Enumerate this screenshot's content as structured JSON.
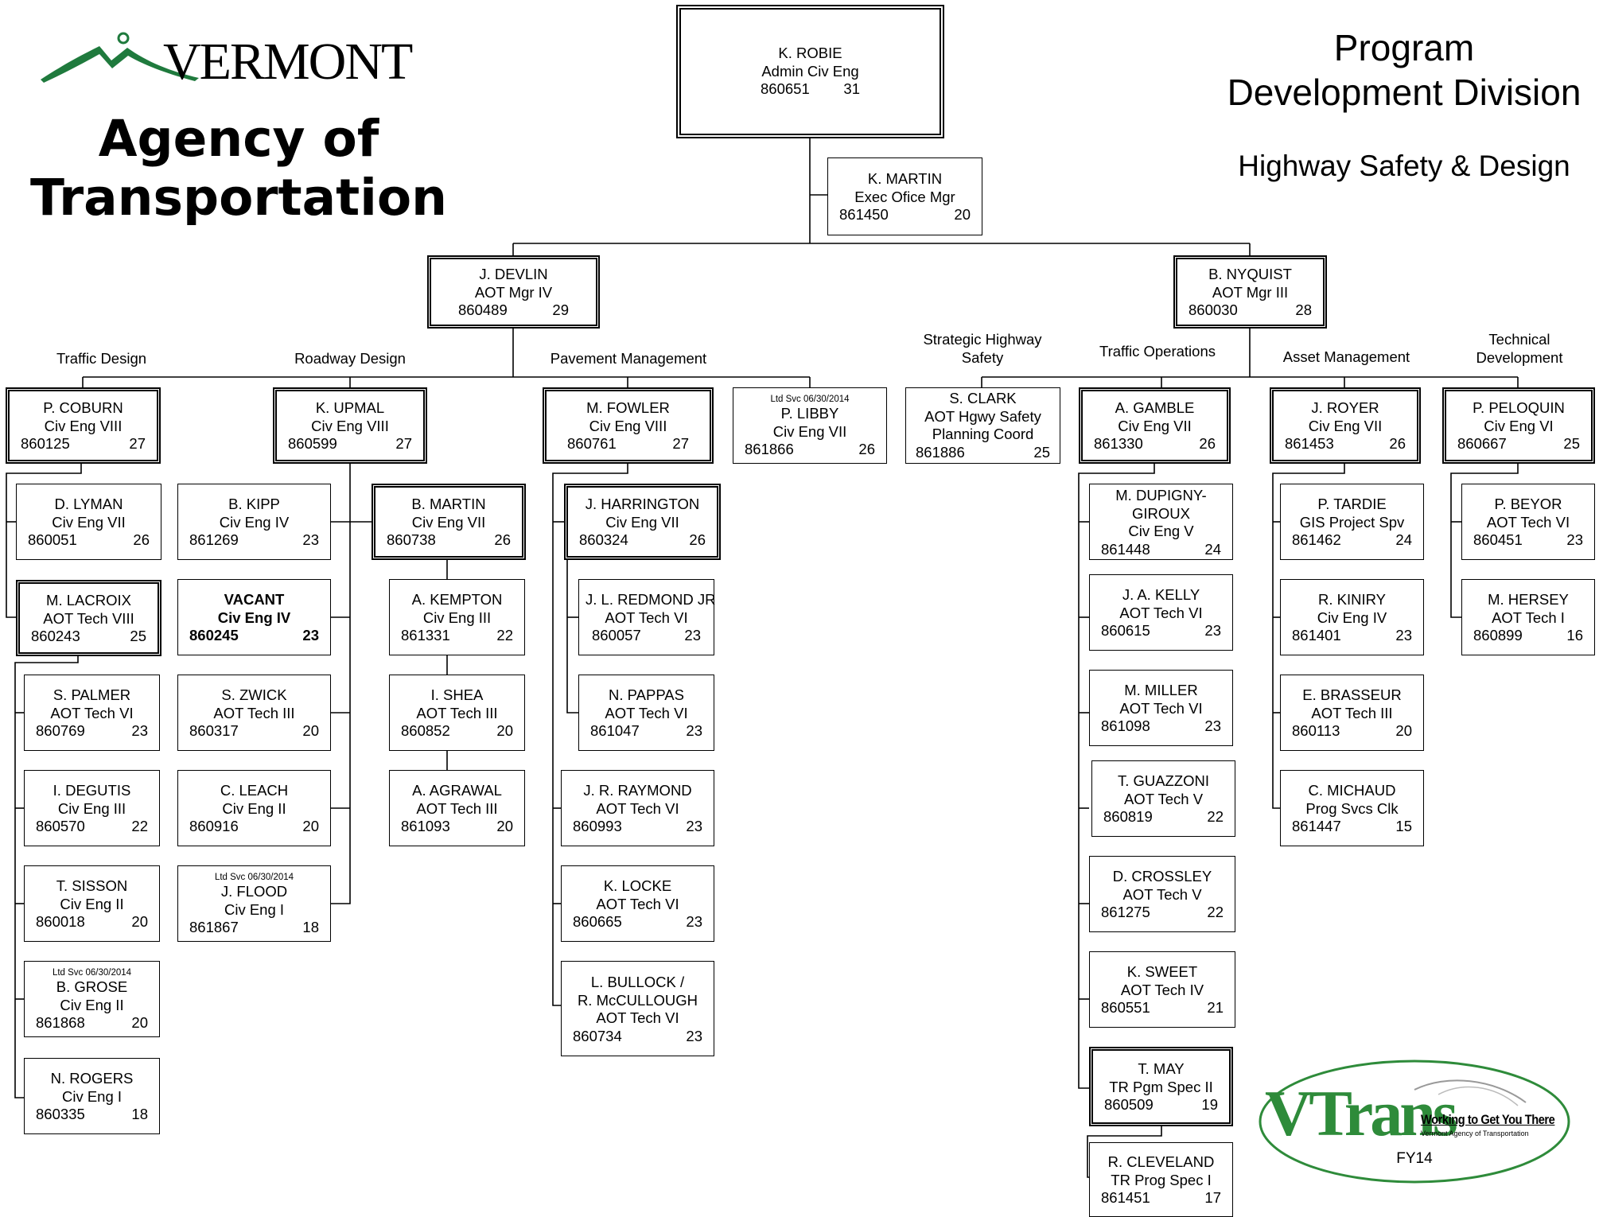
{
  "header": {
    "logo_text": "VERMONT",
    "agency_line1": "Agency of",
    "agency_line2": "Transportation",
    "program_line1": "Program",
    "program_line2": "Development Division",
    "subtitle": "Highway Safety & Design"
  },
  "sections": {
    "traffic_design": "Traffic Design",
    "roadway_design": "Roadway Design",
    "pavement_management": "Pavement Management",
    "strategic_highway_safety_1": "Strategic Highway",
    "strategic_highway_safety_2": "Safety",
    "traffic_operations": "Traffic Operations",
    "asset_management": "Asset Management",
    "technical_development_1": "Technical",
    "technical_development_2": "Development"
  },
  "positions": {
    "robie": {
      "name": "K. ROBIE",
      "title": "Admin Civ Eng",
      "pos": "860651",
      "grade": "31"
    },
    "kmartin": {
      "name": "K. MARTIN",
      "title": "Exec Ofice Mgr",
      "pos": "861450",
      "grade": "20"
    },
    "devlin": {
      "name": "J. DEVLIN",
      "title": "AOT Mgr IV",
      "pos": "860489",
      "grade": "29"
    },
    "nyquist": {
      "name": "B. NYQUIST",
      "title": "AOT Mgr III",
      "pos": "860030",
      "grade": "28"
    },
    "coburn": {
      "name": "P. COBURN",
      "title": "Civ Eng VIII",
      "pos": "860125",
      "grade": "27"
    },
    "lyman": {
      "name": "D. LYMAN",
      "title": "Civ Eng VII",
      "pos": "860051",
      "grade": "26"
    },
    "lacroix": {
      "name": "M. LACROIX",
      "title": "AOT Tech VIII",
      "pos": "860243",
      "grade": "25"
    },
    "palmer": {
      "name": "S. PALMER",
      "title": "AOT Tech VI",
      "pos": "860769",
      "grade": "23"
    },
    "degutis": {
      "name": "I. DEGUTIS",
      "title": "Civ Eng III",
      "pos": "860570",
      "grade": "22"
    },
    "sisson": {
      "name": "T. SISSON",
      "title": "Civ Eng II",
      "pos": "860018",
      "grade": "20"
    },
    "grose": {
      "note": "Ltd Svc 06/30/2014",
      "name": "B. GROSE",
      "title": "Civ Eng II",
      "pos": "861868",
      "grade": "20"
    },
    "rogers": {
      "name": "N. ROGERS",
      "title": "Civ Eng I",
      "pos": "860335",
      "grade": "18"
    },
    "upmal": {
      "name": "K. UPMAL",
      "title": "Civ Eng VIII",
      "pos": "860599",
      "grade": "27"
    },
    "kipp": {
      "name": "B. KIPP",
      "title": "Civ Eng IV",
      "pos": "861269",
      "grade": "23"
    },
    "vacant": {
      "name": "VACANT",
      "title": "Civ Eng IV",
      "pos": "860245",
      "grade": "23"
    },
    "zwick": {
      "name": "S. ZWICK",
      "title": "AOT Tech III",
      "pos": "860317",
      "grade": "20"
    },
    "leach": {
      "name": "C. LEACH",
      "title": "Civ Eng II",
      "pos": "860916",
      "grade": "20"
    },
    "flood": {
      "note": "Ltd Svc 06/30/2014",
      "name": "J. FLOOD",
      "title": "Civ Eng I",
      "pos": "861867",
      "grade": "18"
    },
    "bmartin": {
      "name": "B. MARTIN",
      "title": "Civ Eng VII",
      "pos": "860738",
      "grade": "26"
    },
    "kempton": {
      "name": "A. KEMPTON",
      "title": "Civ Eng III",
      "pos": "861331",
      "grade": "22"
    },
    "shea": {
      "name": "I. SHEA",
      "title": "AOT Tech III",
      "pos": "860852",
      "grade": "20"
    },
    "agrawal": {
      "name": "A. AGRAWAL",
      "title": "AOT Tech III",
      "pos": "861093",
      "grade": "20"
    },
    "fowler": {
      "name": "M. FOWLER",
      "title": "Civ Eng VIII",
      "pos": "860761",
      "grade": "27"
    },
    "libby": {
      "note": "Ltd Svc 06/30/2014",
      "name": "P. LIBBY",
      "title": "Civ Eng VII",
      "pos": "861866",
      "grade": "26"
    },
    "harrington": {
      "name": "J. HARRINGTON",
      "title": "Civ Eng VII",
      "pos": "860324",
      "grade": "26"
    },
    "redmond": {
      "name": "J. L. REDMOND JR",
      "title": "AOT Tech VI",
      "pos": "860057",
      "grade": "23"
    },
    "pappas": {
      "name": "N. PAPPAS",
      "title": "AOT Tech VI",
      "pos": "861047",
      "grade": "23"
    },
    "raymond": {
      "name": "J. R. RAYMOND",
      "title": "AOT Tech VI",
      "pos": "860993",
      "grade": "23"
    },
    "locke": {
      "name": "K. LOCKE",
      "title": "AOT Tech VI",
      "pos": "860665",
      "grade": "23"
    },
    "bullock": {
      "name": "L. BULLOCK /",
      "name2": "R. McCULLOUGH",
      "title": "AOT Tech VI",
      "pos": "860734",
      "grade": "23"
    },
    "clark": {
      "name": "S. CLARK",
      "title": "AOT Hgwy Safety",
      "title2": "Planning Coord",
      "pos": "861886",
      "grade": "25"
    },
    "gamble": {
      "name": "A. GAMBLE",
      "title": "Civ Eng VII",
      "pos": "861330",
      "grade": "26"
    },
    "dupigny": {
      "name": "M. DUPIGNY-",
      "name2": "GIROUX",
      "title": "Civ Eng V",
      "pos": "861448",
      "grade": "24"
    },
    "kelly": {
      "name": "J. A. KELLY",
      "title": "AOT Tech VI",
      "pos": "860615",
      "grade": "23"
    },
    "miller": {
      "name": "M. MILLER",
      "title": "AOT Tech VI",
      "pos": "861098",
      "grade": "23"
    },
    "guazzoni": {
      "name": "T. GUAZZONI",
      "title": "AOT Tech V",
      "pos": "860819",
      "grade": "22"
    },
    "crossley": {
      "name": "D. CROSSLEY",
      "title": "AOT Tech V",
      "pos": "861275",
      "grade": "22"
    },
    "sweet": {
      "name": "K. SWEET",
      "title": "AOT Tech IV",
      "pos": "860551",
      "grade": "21"
    },
    "may": {
      "name": "T. MAY",
      "title": "TR Pgm Spec II",
      "pos": "860509",
      "grade": "19"
    },
    "cleveland": {
      "name": "R. CLEVELAND",
      "title": "TR Prog Spec I",
      "pos": "861451",
      "grade": "17"
    },
    "royer": {
      "name": "J. ROYER",
      "title": "Civ Eng VII",
      "pos": "861453",
      "grade": "26"
    },
    "tardie": {
      "name": "P. TARDIE",
      "title": "GIS Project Spv",
      "pos": "861462",
      "grade": "24"
    },
    "kiniry": {
      "name": "R. KINIRY",
      "title": "Civ Eng IV",
      "pos": "861401",
      "grade": "23"
    },
    "brasseur": {
      "name": "E. BRASSEUR",
      "title": "AOT Tech III",
      "pos": "860113",
      "grade": "20"
    },
    "michaud": {
      "name": "C. MICHAUD",
      "title": "Prog Svcs Clk",
      "pos": "861447",
      "grade": "15"
    },
    "peloquin": {
      "name": "P. PELOQUIN",
      "title": "Civ Eng VI",
      "pos": "860667",
      "grade": "25"
    },
    "beyor": {
      "name": "P. BEYOR",
      "title": "AOT Tech VI",
      "pos": "860451",
      "grade": "23"
    },
    "hersey": {
      "name": "M. HERSEY",
      "title": "AOT Tech I",
      "pos": "860899",
      "grade": "16"
    }
  },
  "footer_logo": {
    "brand": "VTrans",
    "tagline": "Working to Get You There",
    "agency": "Vermont Agency of Transportation",
    "fiscal_year": "FY14"
  },
  "colors": {
    "logo_green": "#1f7a3d",
    "vtrans_green": "#2e8b3a",
    "line": "#000000"
  }
}
